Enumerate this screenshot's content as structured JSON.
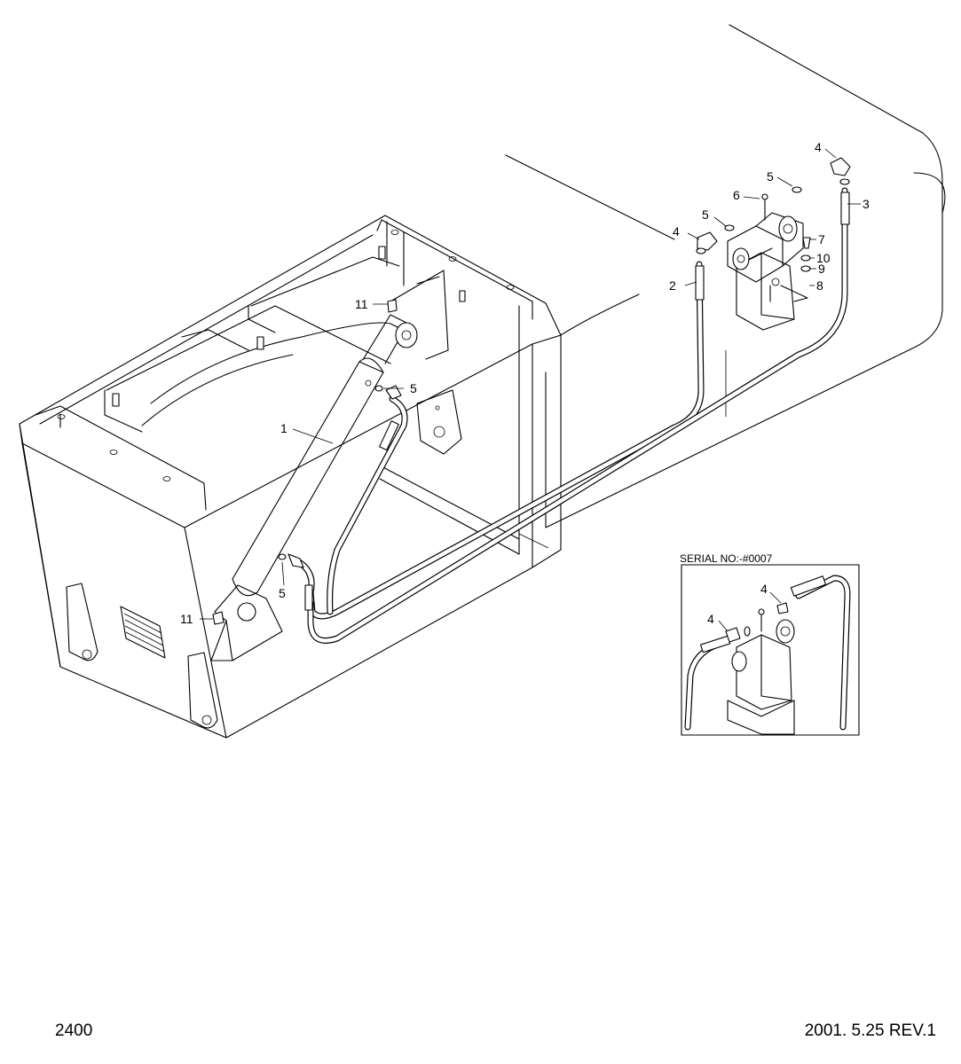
{
  "callouts": [
    {
      "id": "1",
      "label": "1"
    },
    {
      "id": "2",
      "label": "2"
    },
    {
      "id": "3",
      "label": "3"
    },
    {
      "id": "4a",
      "label": "4"
    },
    {
      "id": "4b",
      "label": "4"
    },
    {
      "id": "5a",
      "label": "5"
    },
    {
      "id": "5b",
      "label": "5"
    },
    {
      "id": "5c",
      "label": "5"
    },
    {
      "id": "5d",
      "label": "5"
    },
    {
      "id": "6",
      "label": "6"
    },
    {
      "id": "7",
      "label": "7"
    },
    {
      "id": "8",
      "label": "8"
    },
    {
      "id": "9",
      "label": "9"
    },
    {
      "id": "10",
      "label": "10"
    },
    {
      "id": "11a",
      "label": "11"
    },
    {
      "id": "11b",
      "label": "11"
    }
  ],
  "inset": {
    "title": "SERIAL NO:-#0007",
    "callouts": [
      {
        "id": "i4a",
        "label": "4"
      },
      {
        "id": "i4b",
        "label": "4"
      }
    ]
  },
  "footer": {
    "page_number": "2400",
    "revision": "2001. 5.25  REV.1"
  }
}
